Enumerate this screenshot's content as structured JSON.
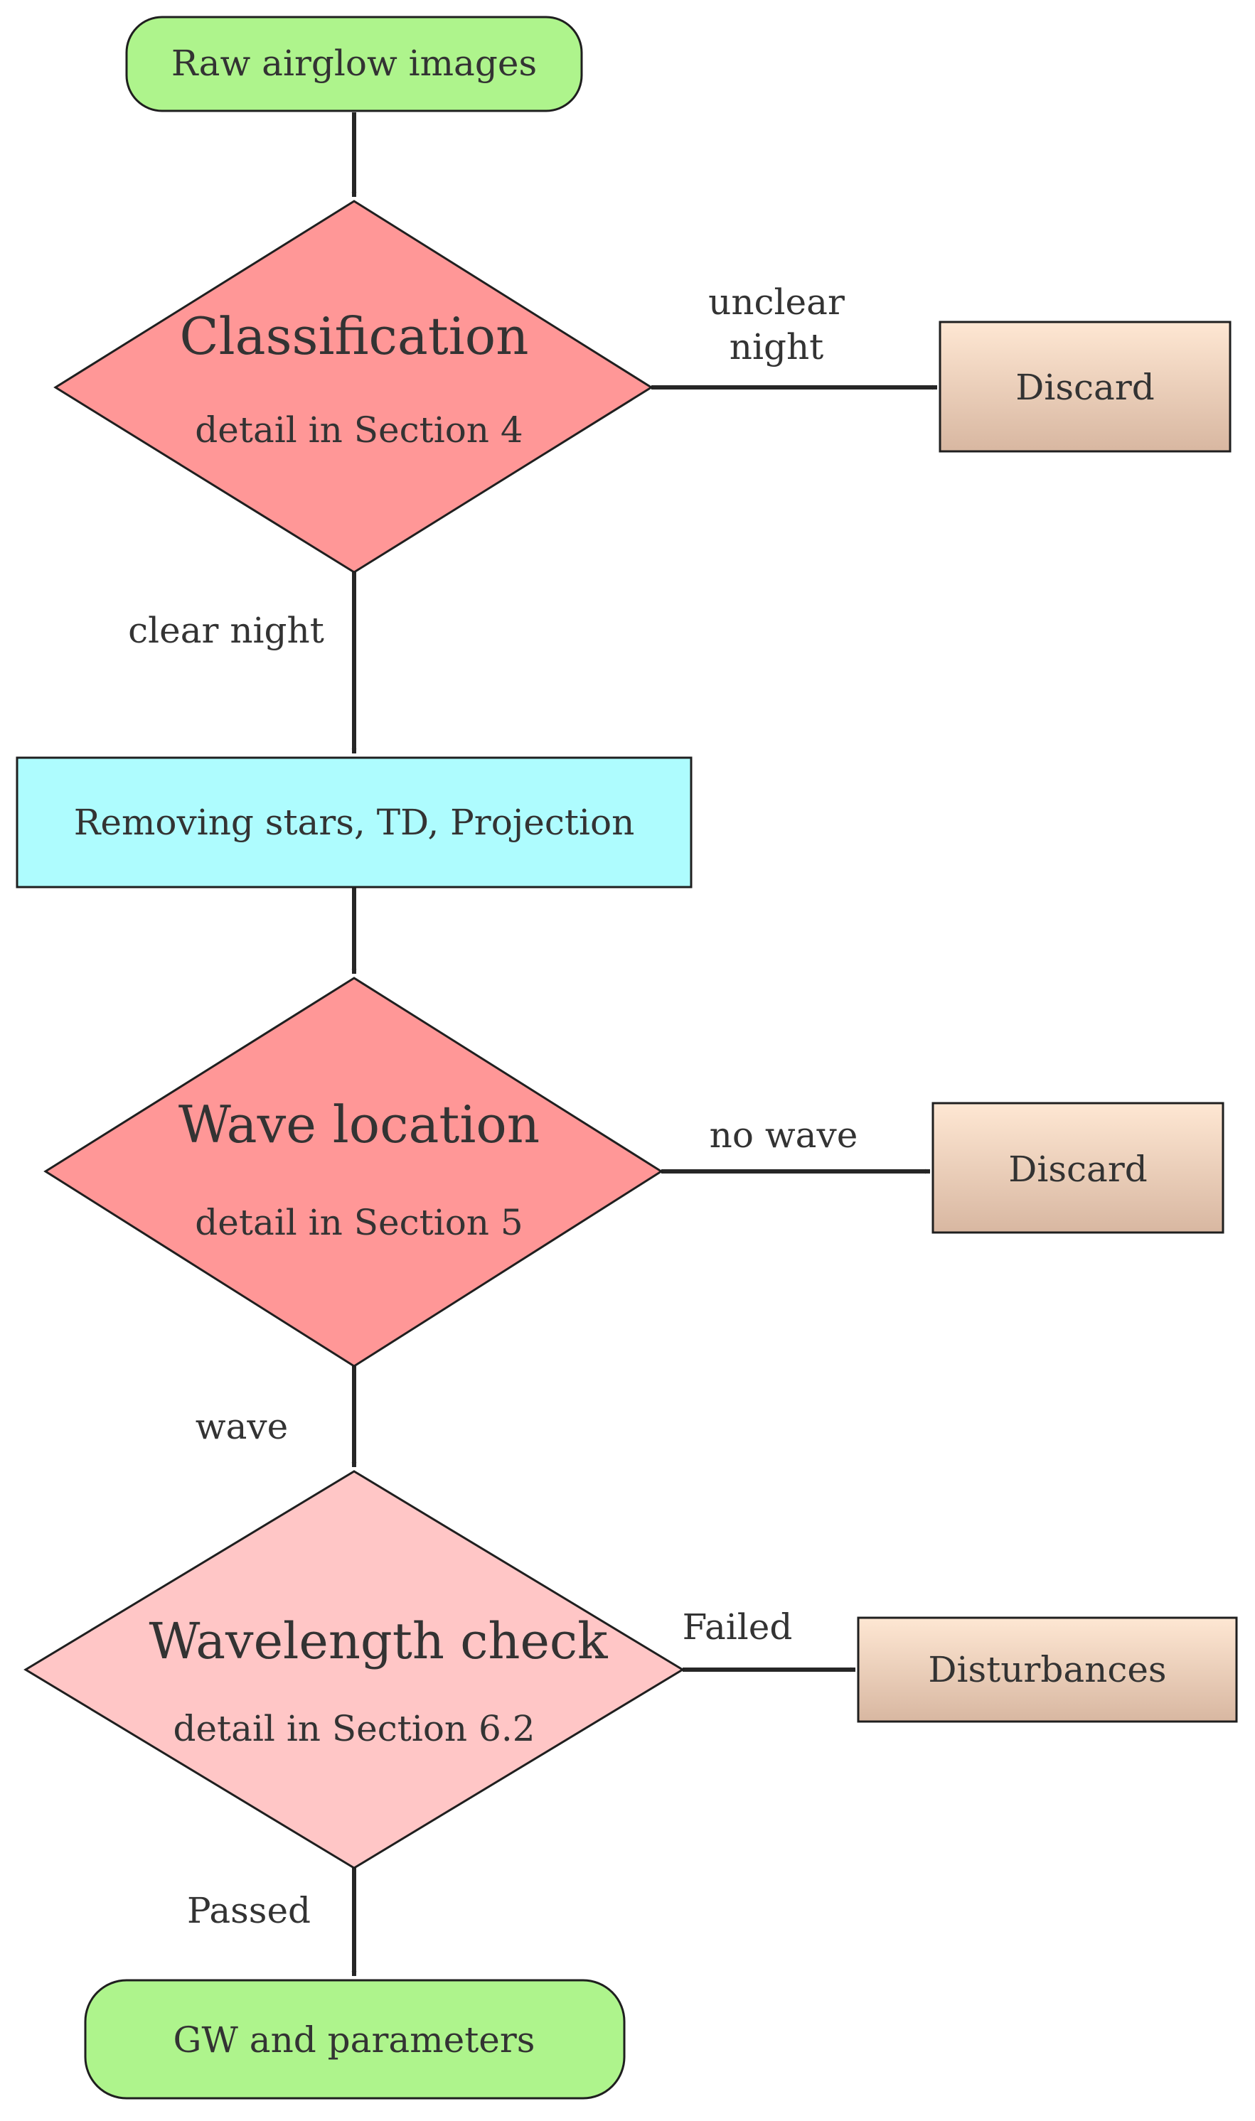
{
  "colors": {
    "terminal_fill": "#aef48c",
    "process_fill": "#aefcfe",
    "decision_fill": "#ff9797",
    "decision_light_fill": "#ffc6c6",
    "discard_fill_top": "#fee7d3",
    "discard_fill_bottom": "#d8b7a1",
    "stroke": "#1f1f1f"
  },
  "nodes": {
    "raw": "Raw airglow images",
    "classification_title": "Classification",
    "classification_detail": "detail in Section 4",
    "discard_1": "Discard",
    "removing": "Removing stars, TD, Projection",
    "wave_title": "Wave location",
    "wave_detail": "detail in Section 5",
    "discard_2": "Discard",
    "wavelength_title": "Wavelength check",
    "wavelength_detail": "detail in Section 6.2",
    "disturbances": "Disturbances",
    "gw": "GW and parameters"
  },
  "edges": {
    "unclear_line1": "unclear",
    "unclear_line2": "night",
    "clear_night": "clear night",
    "no_wave": "no wave",
    "wave": "wave",
    "failed": "Failed",
    "passed": "Passed"
  }
}
